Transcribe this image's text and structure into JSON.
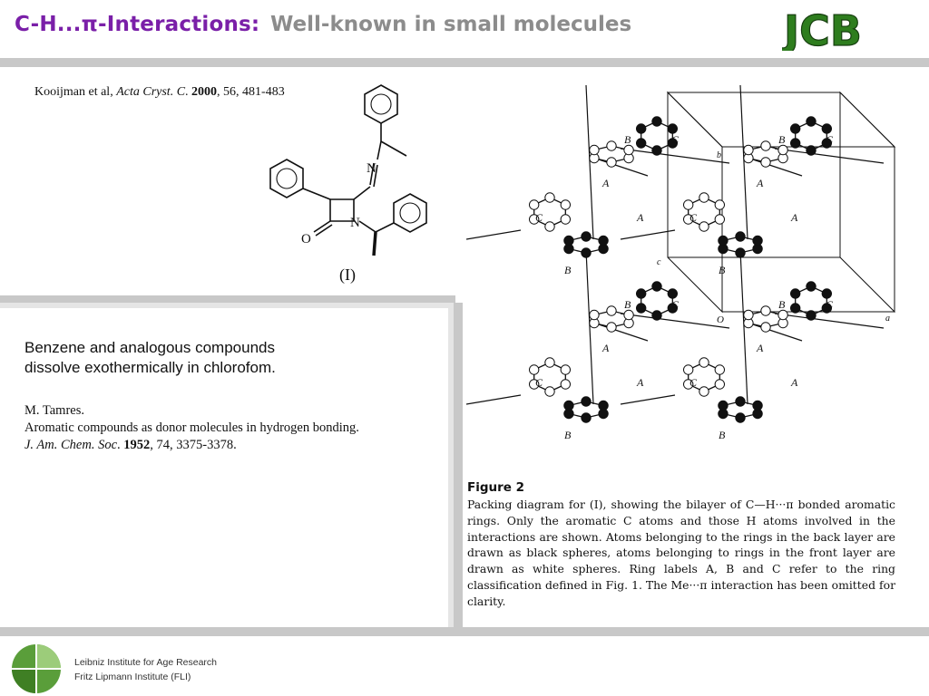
{
  "header": {
    "title": "C-H...π-Interactions:",
    "subtitle": "Well-known in small molecules",
    "logo_text": "JCB"
  },
  "citation": {
    "authors": "Kooijman et al, ",
    "journal": "Acta Cryst. C",
    "sep": ". ",
    "year": "2000",
    "details": ", 56, 481-483"
  },
  "molecule": {
    "label": "(I)",
    "atoms": {
      "n": "N",
      "o": "O"
    }
  },
  "panel": {
    "line1": "Benzene and analogous compounds",
    "line2": "dissolve exothermically in chlorofom.",
    "ref_author": "M. Tamres.",
    "ref_title": "Aromatic compounds as donor molecules in hydrogen bonding.",
    "ref_journal": "J. Am. Chem. Soc",
    "ref_sep": ". ",
    "ref_year": "1952",
    "ref_details": ", 74, 3375-3378."
  },
  "figure": {
    "label": "Figure 2",
    "caption": "Packing diagram for (I), showing the bilayer of C—H···π bonded aromatic rings. Only the aromatic C atoms and those H atoms involved in the interactions are shown. Atoms belonging to the rings in the back layer are drawn as black spheres, atoms belonging to rings in the front layer are drawn as white spheres. Ring labels A, B and C refer to the ring classification defined in Fig. 1. The Me···π interaction has been omitted for clarity.",
    "ring_labels": {
      "a": "A",
      "b": "B",
      "c": "C"
    },
    "axis_labels": {
      "a": "a",
      "b": "b",
      "c": "c",
      "origin": "O"
    }
  },
  "footer": {
    "line1": "Leibniz Institute for Age Research",
    "line2": "Fritz Lipmann Institute (FLI)"
  },
  "colors": {
    "title": "#7a1fa8",
    "subtitle": "#8c8c8c",
    "logo_green": "#2e7d1e",
    "rule_gray": "#c8c8c8"
  }
}
